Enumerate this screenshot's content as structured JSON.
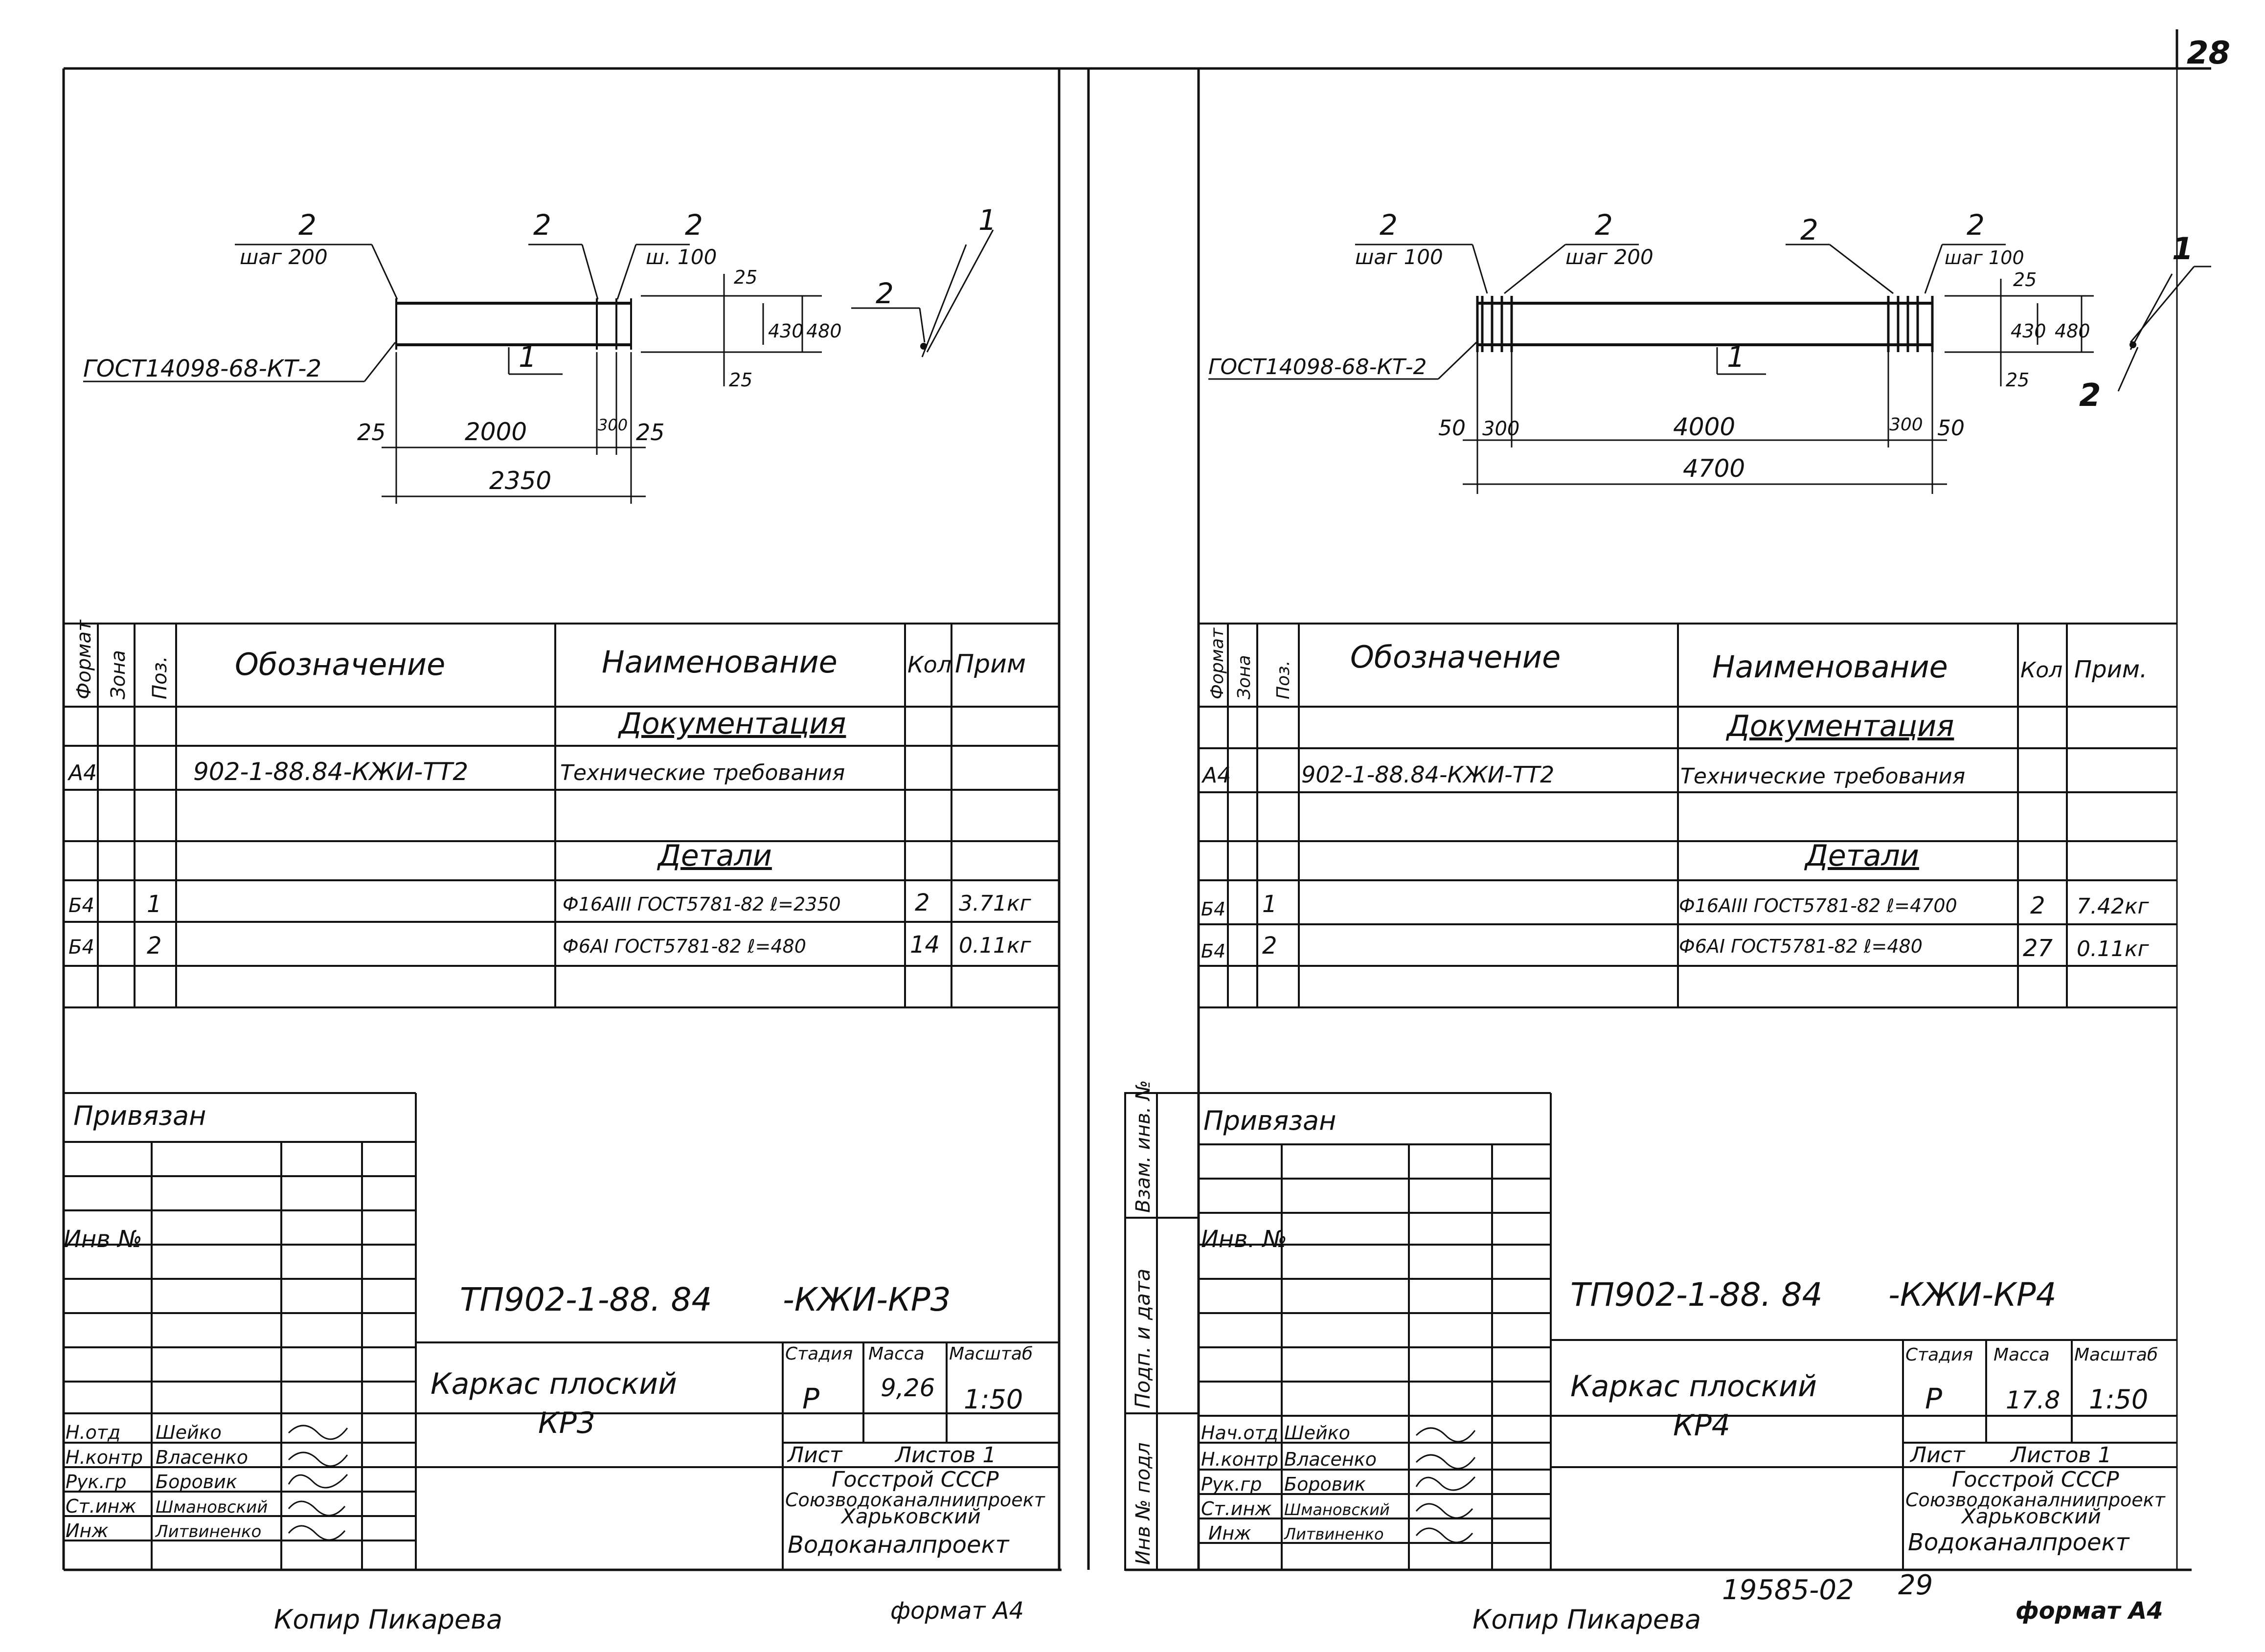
{
  "sheet_number": "28",
  "footer": {
    "copy_left": "Копир Пикарева",
    "format_left": "формат А4",
    "copy_right": "Копир Пикарева",
    "doc_number": "19585-02",
    "page": "29",
    "format_right": "формат А4"
  },
  "panels": [
    {
      "drawing": {
        "gost_label": "ГОСТ14098-68-КТ-2",
        "callouts": [
          {
            "pos": "2",
            "note": "шаг 200"
          },
          {
            "pos": "2",
            "note": ""
          },
          {
            "pos": "2",
            "note": "ш. 100"
          }
        ],
        "bar_label": "1",
        "section": {
          "top": "1",
          "bottom": "2"
        },
        "dims": {
          "left_end": "25",
          "main": "2000",
          "small": "300",
          "right_end": "25",
          "overall": "2350",
          "height": "480",
          "inner": "430",
          "top_offset": "25",
          "bottom_offset": "25"
        }
      },
      "spec": {
        "headers": {
          "format": "Формат",
          "zone": "Зона",
          "pos": "Поз.",
          "designation": "Обозначение",
          "name": "Наименование",
          "qty": "Кол",
          "note": "Прим"
        },
        "section_docs": "Документация",
        "doc_row": {
          "format": "А4",
          "designation": "902-1-88.84-КЖИ-ТТ2",
          "name": "Технические требования"
        },
        "section_parts": "Детали",
        "rows": [
          {
            "format": "Б4",
            "pos": "1",
            "name": "Ф16АIII ГОСТ5781-82 ℓ=2350",
            "qty": "2",
            "note": "3.71кг"
          },
          {
            "format": "Б4",
            "pos": "2",
            "name": "Ф6АI ГОСТ5781-82 ℓ=480",
            "qty": "14",
            "note": "0.11кг"
          }
        ]
      },
      "stamp": {
        "privyazan": "Привязан",
        "inv": "Инв №",
        "code": "ТП902-1-88. 84",
        "code_suffix": "-КЖИ-КР3",
        "title_line1": "Каркас плоский",
        "title_line2": "КР3",
        "stage_label": "Стадия",
        "mass_label": "Масса",
        "scale_label": "Масштаб",
        "stage": "Р",
        "mass": "9,26",
        "scale": "1:50",
        "sheet_label": "Лист",
        "sheets_label": "Листов 1",
        "org1": "Госстрой СССР",
        "org2": "Союзводоканалниипроект",
        "org3": "Харьковский",
        "org4": "Водоканалпроект",
        "signers": [
          {
            "role": "Н.отд",
            "name": "Шейко"
          },
          {
            "role": "Н.контр",
            "name": "Власенко"
          },
          {
            "role": "Рук.гр",
            "name": "Боровик"
          },
          {
            "role": "Ст.инж",
            "name": "Шмановский"
          },
          {
            "role": "Инж",
            "name": "Литвиненко"
          }
        ]
      }
    },
    {
      "drawing": {
        "gost_label": "ГОСТ14098-68-КТ-2",
        "callouts": [
          {
            "pos": "2",
            "note": "шаг 100"
          },
          {
            "pos": "2",
            "note": "шаг 200"
          },
          {
            "pos": "2",
            "note": ""
          },
          {
            "pos": "2",
            "note": "шаг 100"
          }
        ],
        "bar_label": "1",
        "section": {
          "top": "1",
          "bottom": "2"
        },
        "dims": {
          "left_end": "50",
          "left_zone": "300",
          "main": "4000",
          "right_zone": "300",
          "right_end": "50",
          "overall": "4700",
          "height": "480",
          "inner": "430",
          "top_offset": "25",
          "bottom_offset": "25"
        }
      },
      "spec": {
        "headers": {
          "format": "Формат",
          "zone": "Зона",
          "pos": "Поз.",
          "designation": "Обозначение",
          "name": "Наименование",
          "qty": "Кол",
          "note": "Прим."
        },
        "section_docs": "Документация",
        "doc_row": {
          "format": "А4",
          "designation": "902-1-88.84-КЖИ-ТТ2",
          "name": "Технические требования"
        },
        "section_parts": "Детали",
        "rows": [
          {
            "format": "Б4",
            "pos": "1",
            "name": "Ф16АIII ГОСТ5781-82 ℓ=4700",
            "qty": "2",
            "note": "7.42кг"
          },
          {
            "format": "Б4",
            "pos": "2",
            "name": "Ф6АI ГОСТ5781-82 ℓ=480",
            "qty": "27",
            "note": "0.11кг"
          }
        ]
      },
      "stamp": {
        "privyazan": "Привязан",
        "inv": "Инв. №",
        "side_labels": [
          "Взам. инв. №",
          "Подп. и дата",
          "Инв № подл"
        ],
        "code": "ТП902-1-88. 84",
        "code_suffix": "-КЖИ-КР4",
        "title_line1": "Каркас плоский",
        "title_line2": "КР4",
        "stage_label": "Стадия",
        "mass_label": "Масса",
        "scale_label": "Масштаб",
        "stage": "Р",
        "mass": "17.8",
        "scale": "1:50",
        "sheet_label": "Лист",
        "sheets_label": "Листов 1",
        "org1": "Госстрой СССР",
        "org2": "Союзводоканалниипроект",
        "org3": "Харьковский",
        "org4": "Водоканалпроект",
        "signers": [
          {
            "role": "Нач.отд",
            "name": "Шейко"
          },
          {
            "role": "Н.контр",
            "name": "Власенко"
          },
          {
            "role": "Рук.гр",
            "name": "Боровик"
          },
          {
            "role": "Ст.инж",
            "name": "Шмановский"
          },
          {
            "role": "Инж",
            "name": "Литвиненко"
          }
        ]
      }
    }
  ]
}
